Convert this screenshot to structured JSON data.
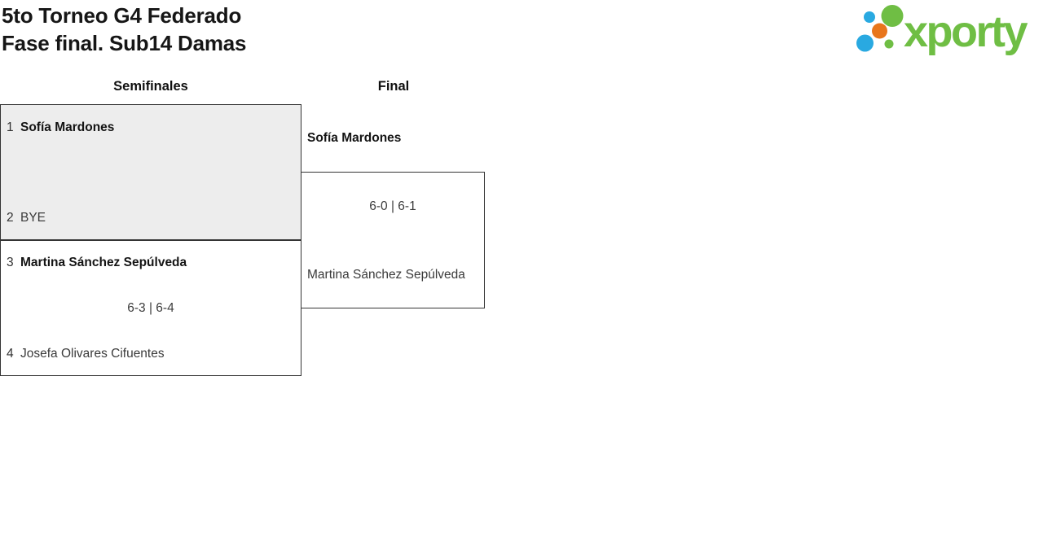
{
  "page": {
    "title_line1": "5to Torneo G4 Federado",
    "title_line2": "Fase final. Sub14 Damas"
  },
  "logo": {
    "wordmark": "xporty",
    "colors": {
      "green": "#6fbe44",
      "blue": "#29a9e1",
      "orange": "#e8761b"
    }
  },
  "bracket": {
    "round_headers": [
      "Semifinales",
      "Final"
    ],
    "semifinals": [
      {
        "players": [
          {
            "seed": "1",
            "name": "Sofía Mardones",
            "winner": true
          },
          {
            "seed": "2",
            "name": "BYE",
            "winner": false
          }
        ],
        "score": ""
      },
      {
        "players": [
          {
            "seed": "3",
            "name": "Martina Sánchez Sepúlveda",
            "winner": true
          },
          {
            "seed": "4",
            "name": "Josefa Olivares Cifuentes",
            "winner": false
          }
        ],
        "score": "6-3 | 6-4"
      }
    ],
    "final": {
      "player1": "Sofía Mardones",
      "player2": "Martina Sánchez Sepúlveda",
      "score": "6-0 | 6-1"
    }
  }
}
